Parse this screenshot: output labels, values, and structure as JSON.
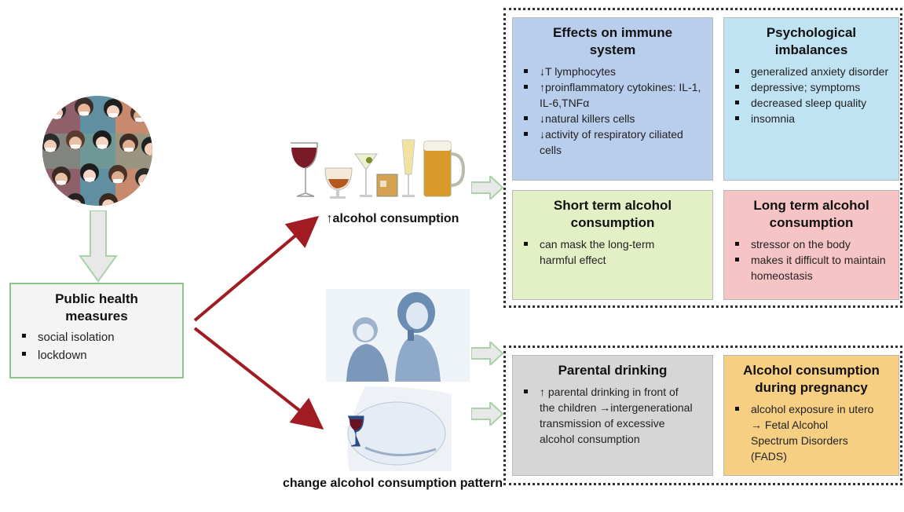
{
  "public_health": {
    "title": "Public health measures",
    "items": [
      "social isolation",
      "lockdown"
    ]
  },
  "caption_increase": "↑alcohol consumption",
  "caption_change": "change alcohol consumption pattern",
  "immune": {
    "title": "Effects on immune system",
    "items": [
      "↓T lymphocytes",
      "↑proinflammatory cytokines: IL-1, IL-6,TNFα",
      "↓natural killers cells",
      "↓activity of respiratory ciliated cells"
    ]
  },
  "psych": {
    "title": "Psychological imbalances",
    "items": [
      "generalized anxiety disorder",
      "depressive; symptoms",
      "decreased sleep quality",
      "insomnia"
    ]
  },
  "short_term": {
    "title": "Short term alcohol consumption",
    "items": [
      "can mask the long-term harmful effect"
    ]
  },
  "long_term": {
    "title": "Long term alcohol consumption",
    "items": [
      "stressor on the body",
      "makes it difficult to maintain homeostasis"
    ]
  },
  "parental": {
    "title": "Parental drinking",
    "items": [
      "↑ parental drinking in front of the children →intergenerational transmission of excessive alcohol consumption"
    ]
  },
  "pregnancy": {
    "title": "Alcohol consumption during pregnancy",
    "items": [
      "alcohol exposure in utero → Fetal Alcohol Spectrum Disorders (FADS)"
    ]
  },
  "colors": {
    "immune_bg": "#b9cdec",
    "psych_bg": "#bfe3f2",
    "short_bg": "#e3efc4",
    "long_bg": "#f7c4c6",
    "parental_bg": "#d6d6d6",
    "pregnancy_bg": "#f7cf82",
    "arrow_red": "#a01c22",
    "arrow_green": "#a9d2a8"
  }
}
